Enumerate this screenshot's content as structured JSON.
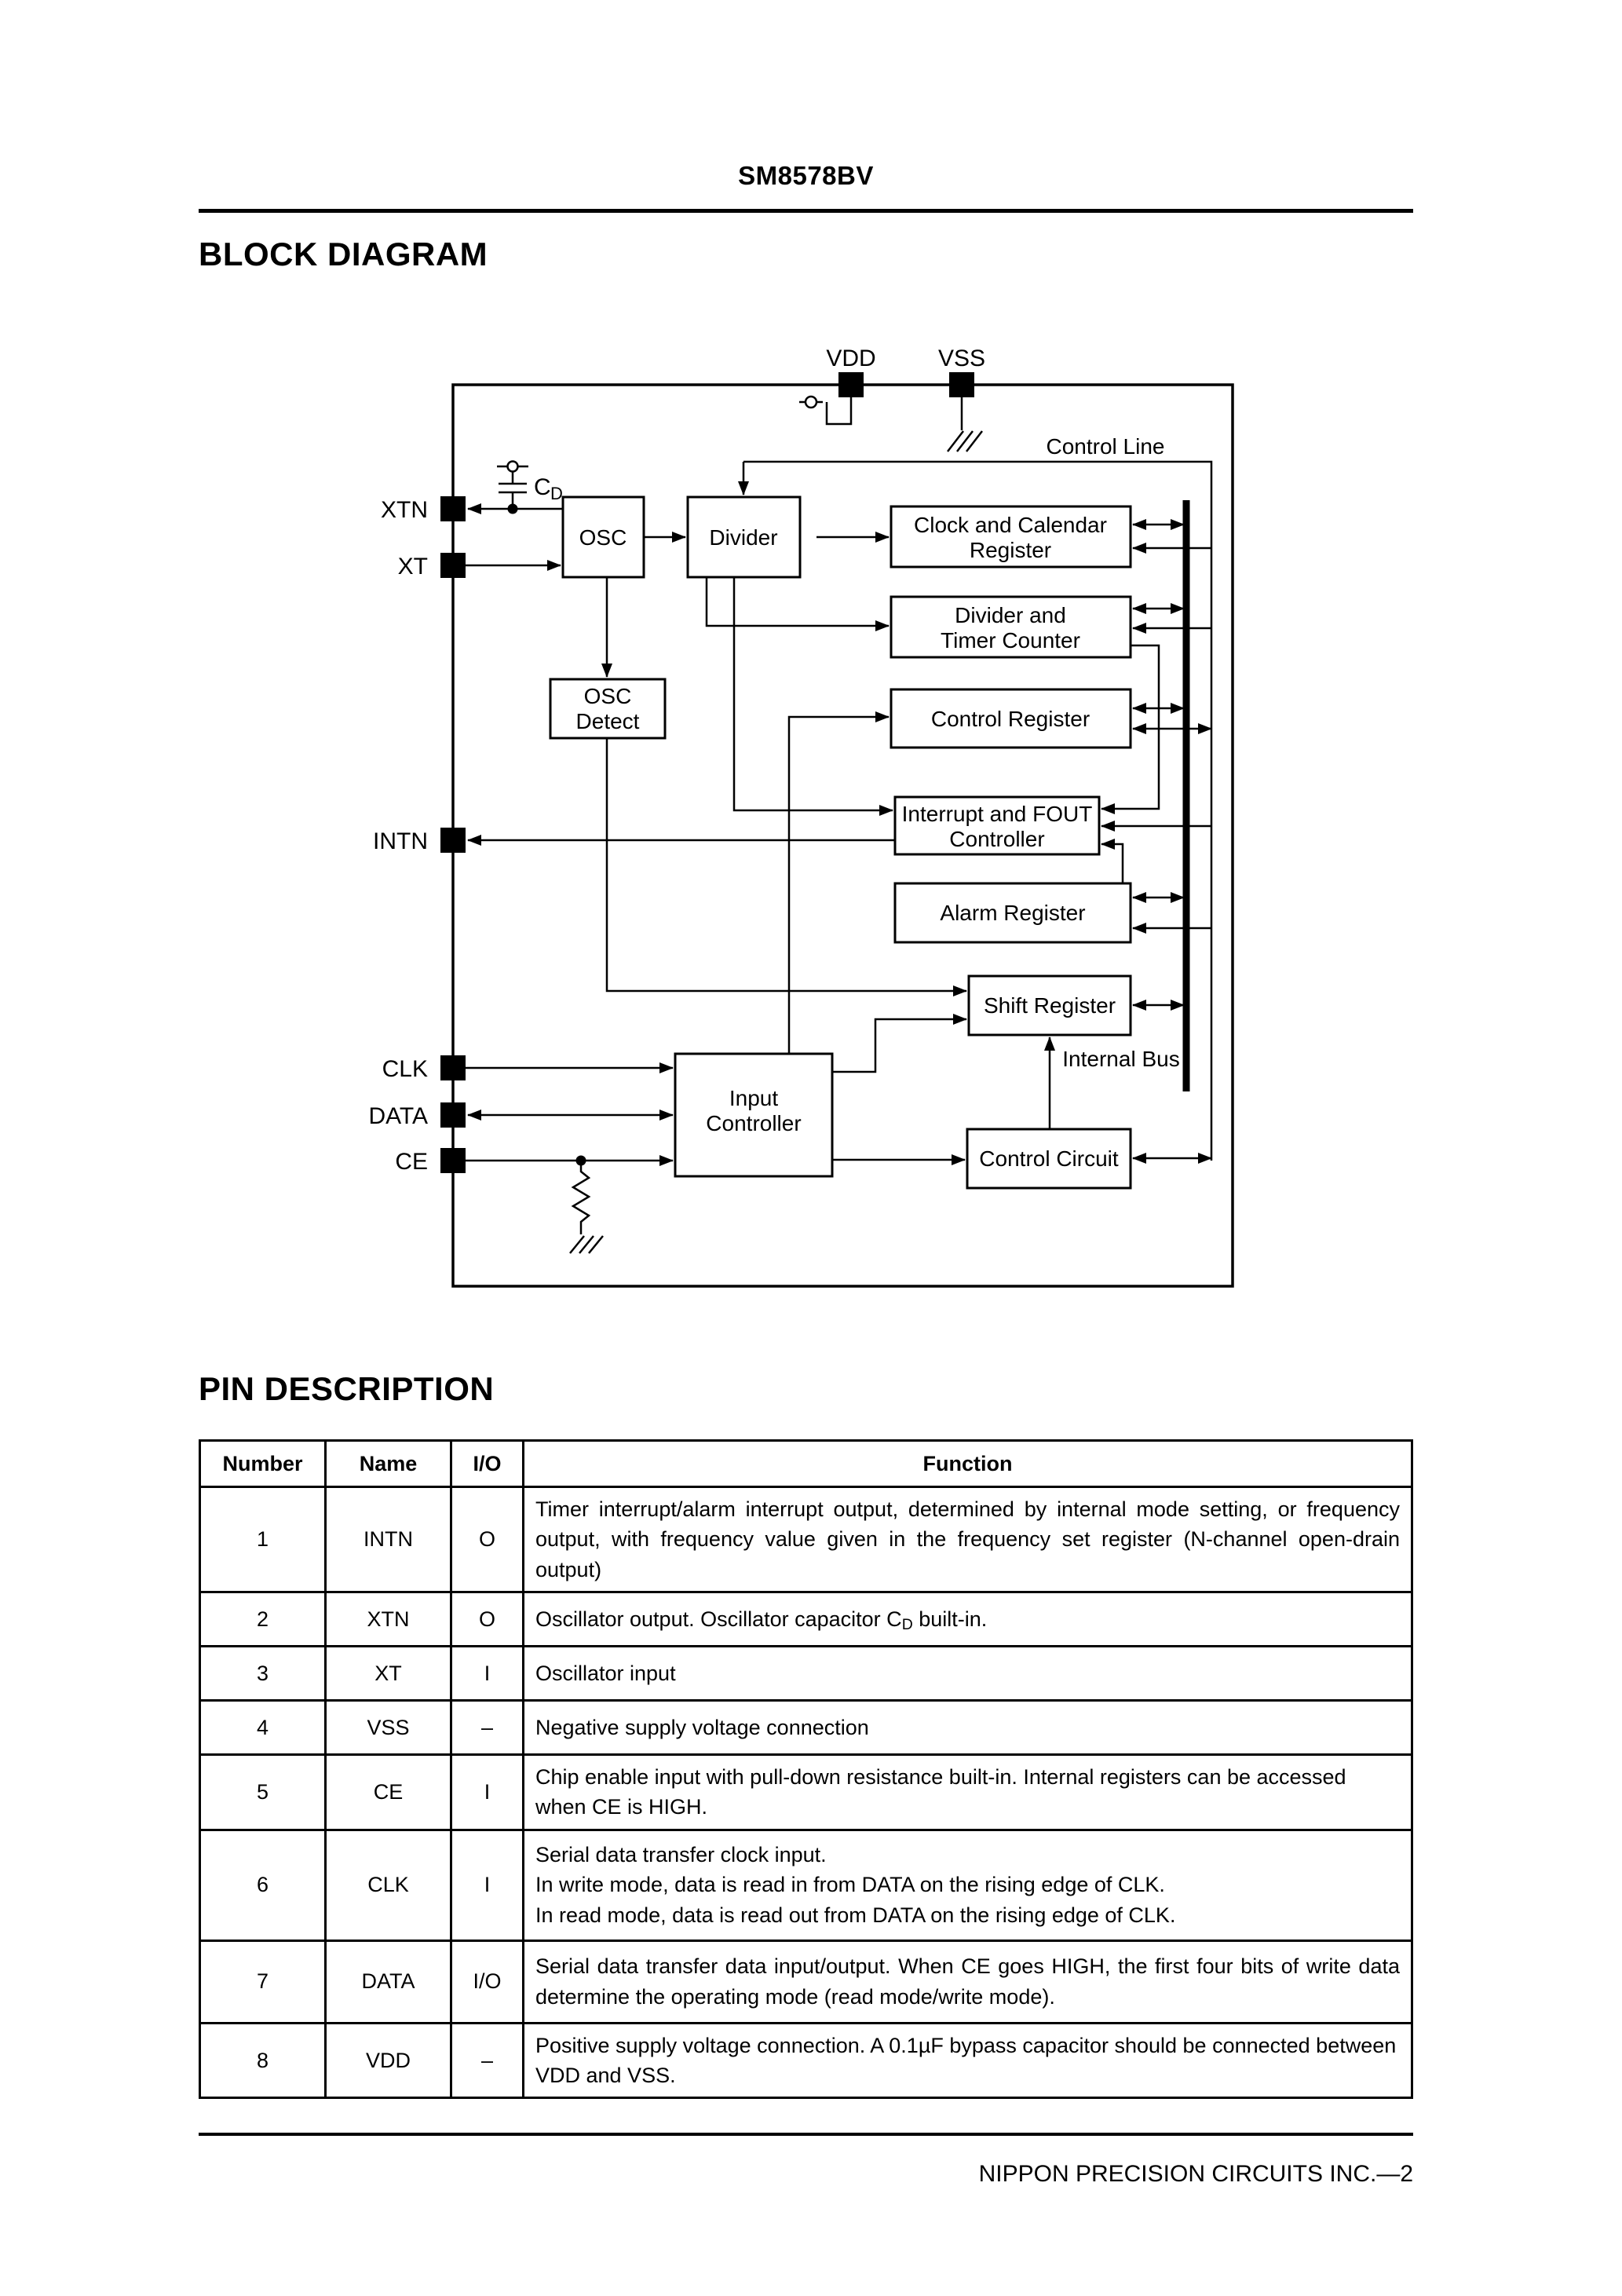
{
  "page": {
    "doc_title": "SM8578BV",
    "footer": "NIPPON PRECISION CIRCUITS INC.—2"
  },
  "sections": {
    "block_diagram_heading": "BLOCK DIAGRAM",
    "pin_description_heading": "PIN DESCRIPTION"
  },
  "diagram": {
    "labels": {
      "control_line": "Control Line",
      "internal_bus": "Internal Bus",
      "cd_cap_main": "C",
      "cd_cap_sub": "D"
    },
    "pins": {
      "vdd": "VDD",
      "vss": "VSS",
      "xtn": "XTN",
      "xt": "XT",
      "intn": "INTN",
      "clk": "CLK",
      "data": "DATA",
      "ce": "CE"
    },
    "boxes": {
      "osc": "OSC",
      "divider": "Divider",
      "osc_detect": [
        "OSC",
        "Detect"
      ],
      "clock_calendar": [
        "Clock and Calendar",
        "Register"
      ],
      "divider_timer": [
        "Divider and",
        "Timer Counter"
      ],
      "control_register": "Control Register",
      "interrupt_fout": [
        "Interrupt and FOUT",
        "Controller"
      ],
      "alarm_register": "Alarm Register",
      "shift_register": "Shift Register",
      "input_controller": [
        "Input",
        "Controller"
      ],
      "control_circuit": "Control Circuit"
    }
  },
  "table": {
    "headers": {
      "number": "Number",
      "name": "Name",
      "io": "I/O",
      "function": "Function"
    },
    "rows": [
      {
        "number": "1",
        "name": "INTN",
        "io": "O",
        "function": "Timer interrupt/alarm interrupt output, determined by internal mode setting, or frequency output, with frequency value given in the frequency set register (N-channel open-drain output)"
      },
      {
        "number": "2",
        "name": "XTN",
        "io": "O",
        "func_pre": "Oscillator output. Oscillator capacitor C",
        "func_sub": "D",
        "func_post": " built-in."
      },
      {
        "number": "3",
        "name": "XT",
        "io": "I",
        "function": "Oscillator input"
      },
      {
        "number": "4",
        "name": "VSS",
        "io": "–",
        "function": "Negative supply voltage connection"
      },
      {
        "number": "5",
        "name": "CE",
        "io": "I",
        "function": "Chip enable input with pull-down resistance built-in. Internal registers can be accessed when CE is HIGH."
      },
      {
        "number": "6",
        "name": "CLK",
        "io": "I",
        "function": "Serial data transfer clock input.\nIn write mode, data is read in from DATA on the rising edge of CLK.\nIn read mode, data is read out from DATA on the rising edge of CLK."
      },
      {
        "number": "7",
        "name": "DATA",
        "io": "I/O",
        "function": "Serial data transfer data input/output. When CE goes HIGH, the first four bits of write data determine the operating mode (read mode/write mode)."
      },
      {
        "number": "8",
        "name": "VDD",
        "io": "–",
        "function": "Positive supply voltage connection. A 0.1µF bypass capacitor should be connected between VDD and VSS."
      }
    ]
  }
}
